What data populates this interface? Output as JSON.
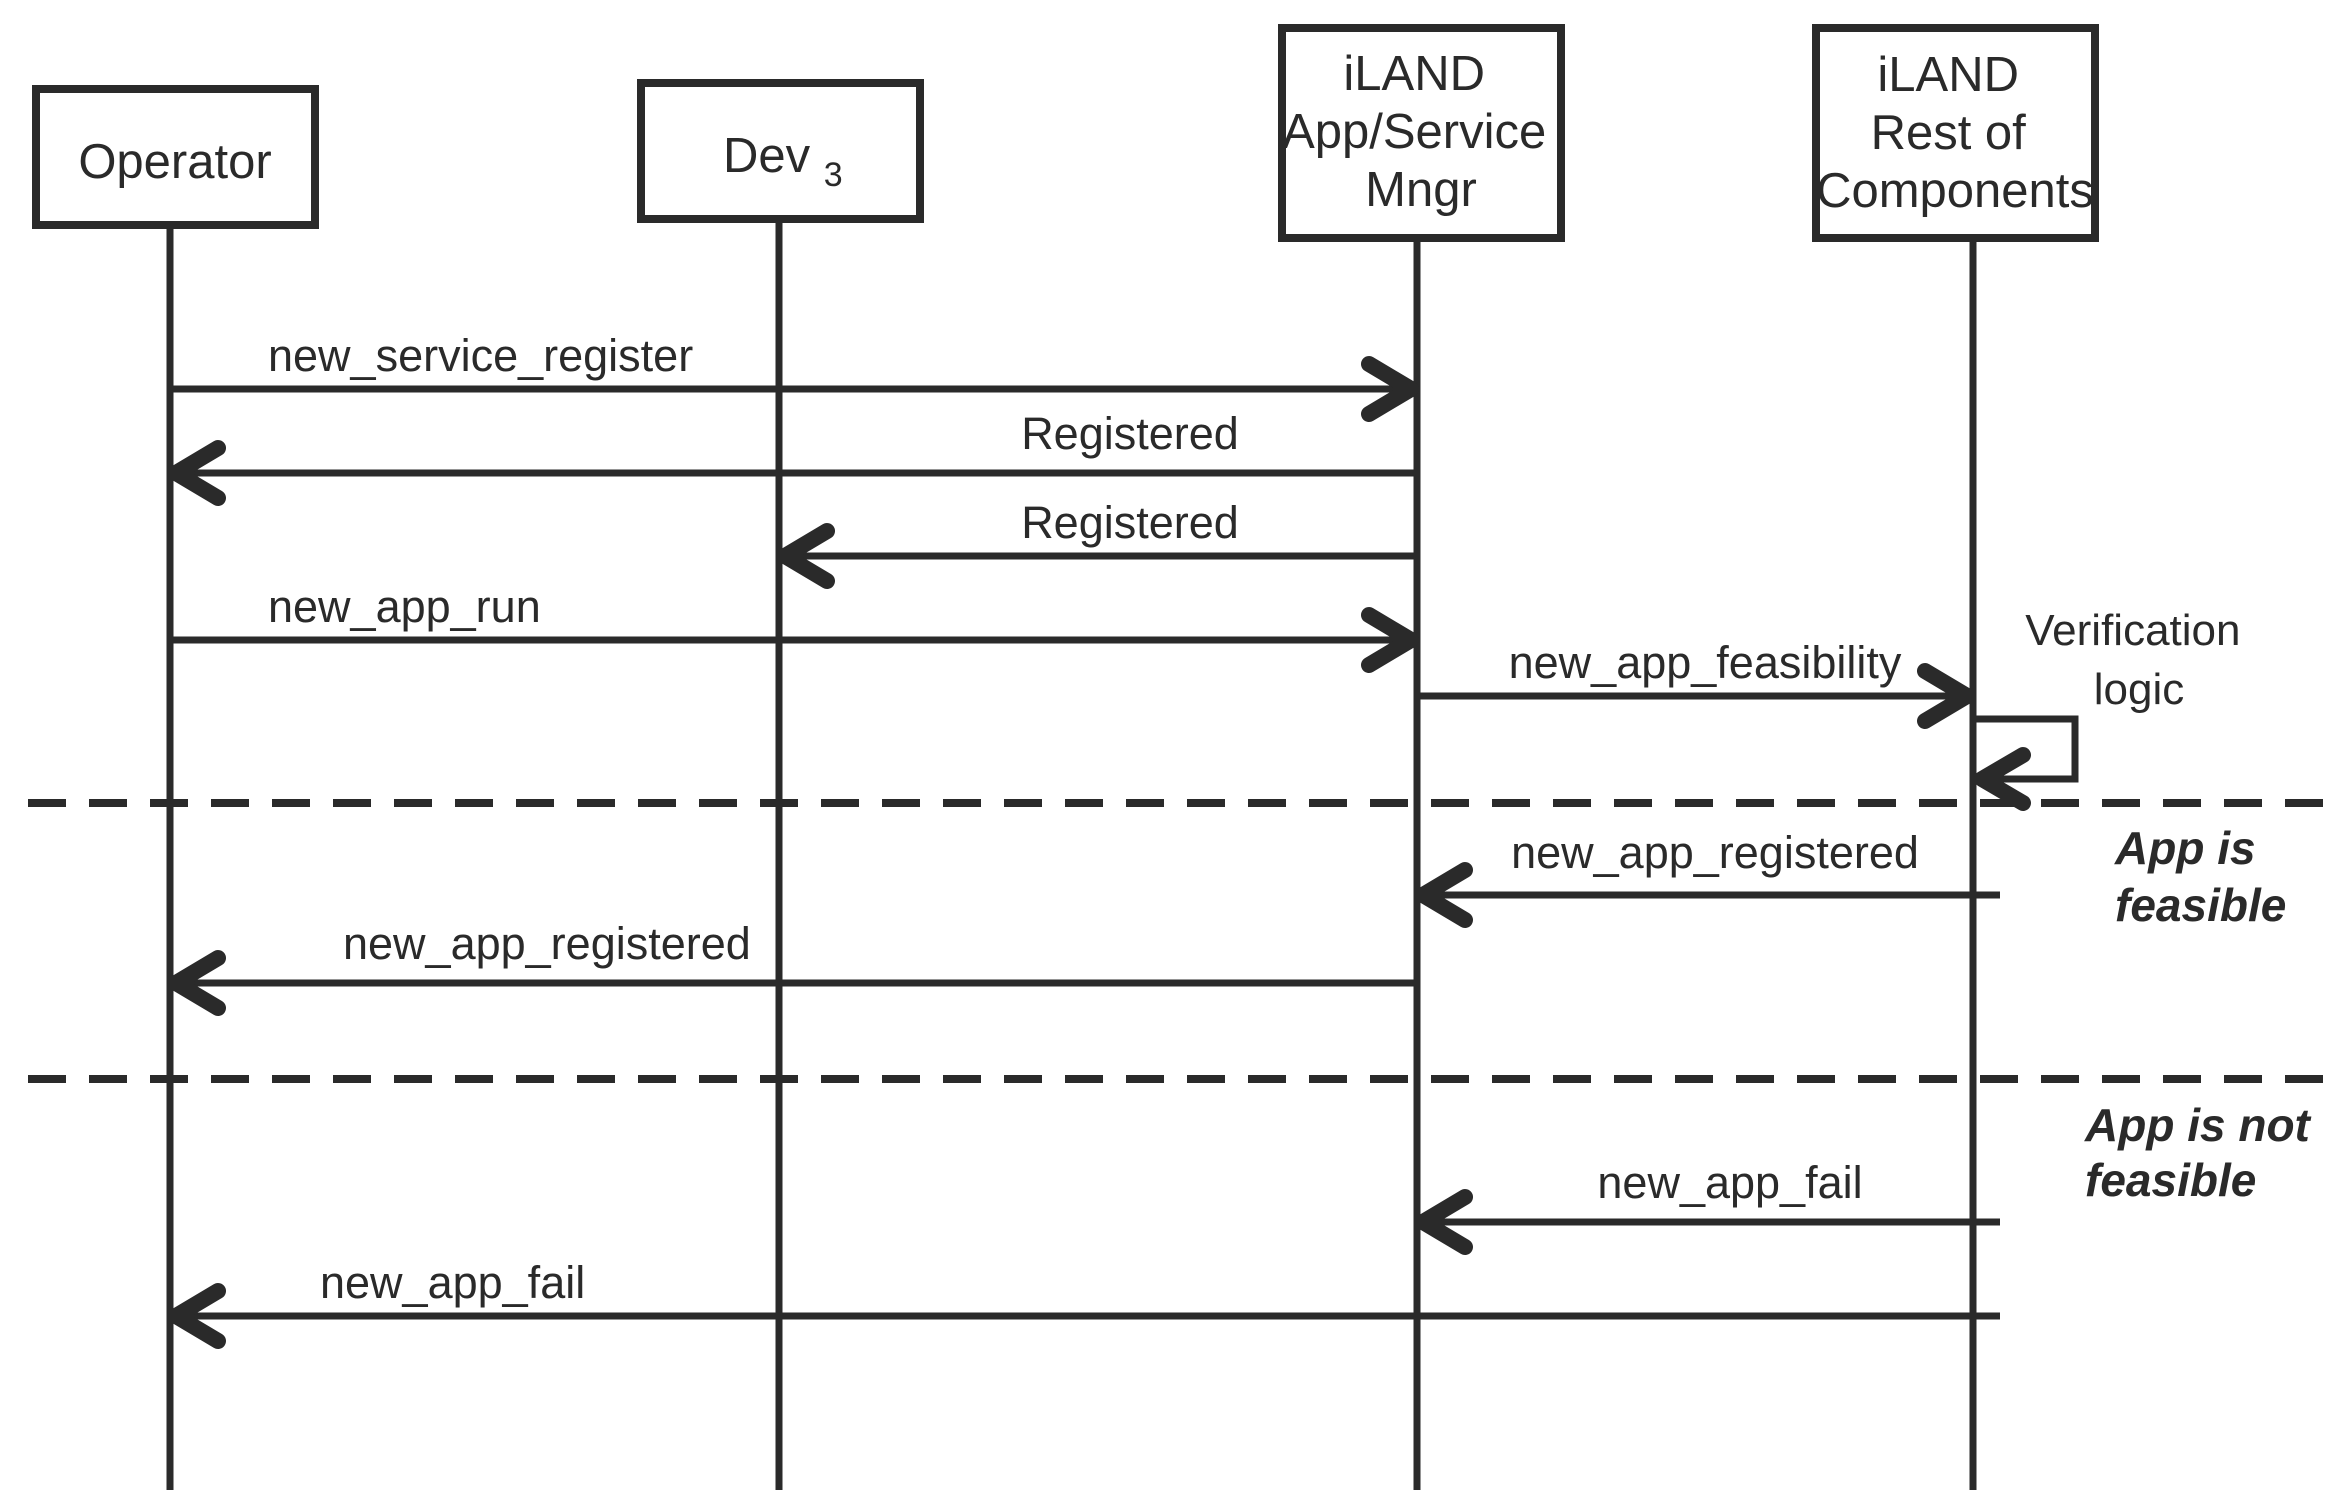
{
  "colors": {
    "ink": "#2a2a2a",
    "background": "#ffffff"
  },
  "actors": [
    {
      "name": "Operator",
      "lines": [
        "Operator"
      ]
    },
    {
      "name": "Dev3",
      "label": "Dev",
      "subscript": "3"
    },
    {
      "name": "iLAND App/Service Mngr",
      "lines": [
        "iLAND",
        "App/Service",
        "Mngr"
      ]
    },
    {
      "name": "iLAND Rest of Components",
      "lines": [
        "iLAND",
        "Rest of",
        "Components"
      ]
    }
  ],
  "messages": [
    {
      "label": "new_service_register",
      "from": "Operator",
      "to": "iLAND App/Service Mngr",
      "direction": "right"
    },
    {
      "label": "Registered",
      "from": "iLAND App/Service Mngr",
      "to": "Operator",
      "direction": "left"
    },
    {
      "label": "Registered",
      "from": "iLAND App/Service Mngr",
      "to": "Dev3",
      "direction": "left"
    },
    {
      "label": "new_app_run",
      "from": "Operator",
      "to": "iLAND App/Service Mngr",
      "direction": "right"
    },
    {
      "label": "new_app_feasibility",
      "from": "iLAND App/Service Mngr",
      "to": "iLAND Rest of Components",
      "direction": "right"
    },
    {
      "label": "new_app_registered",
      "from": "iLAND Rest of Components",
      "to": "iLAND App/Service Mngr",
      "direction": "left"
    },
    {
      "label": "new_app_registered",
      "from": "iLAND App/Service Mngr",
      "to": "Operator",
      "direction": "left"
    },
    {
      "label": "new_app_fail",
      "from": "iLAND Rest of Components",
      "to": "iLAND App/Service Mngr",
      "direction": "left"
    },
    {
      "label": "new_app_fail",
      "from": "iLAND Rest of Components",
      "to": "Operator",
      "direction": "left"
    }
  ],
  "self_message": {
    "on": "iLAND Rest of Components",
    "label_lines": [
      "Verification",
      "logic"
    ]
  },
  "annotations": [
    {
      "lines": [
        "App is",
        "feasible"
      ]
    },
    {
      "lines": [
        "App is not",
        "feasible"
      ]
    }
  ]
}
